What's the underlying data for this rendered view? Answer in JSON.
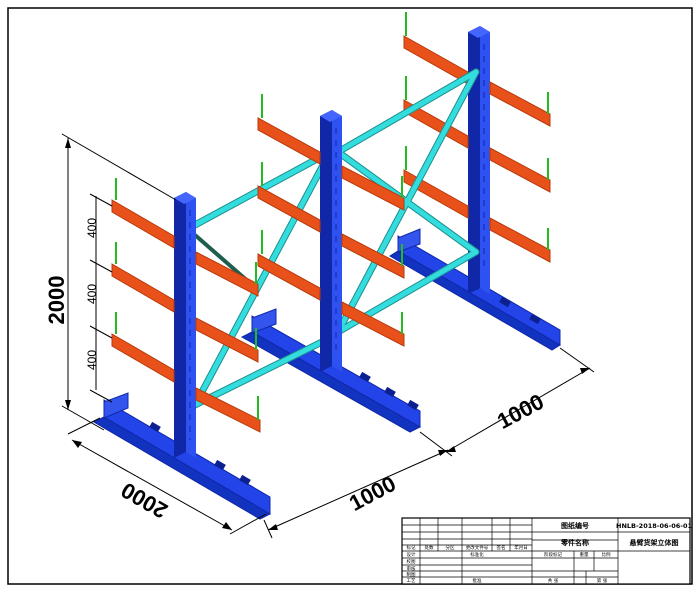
{
  "colors": {
    "upright": "#1f3fe0",
    "upright_dark": "#1027a8",
    "base": "#2244e8",
    "arm": "#e8521a",
    "arm_dark": "#b83a0c",
    "brace": "#33dddd",
    "brace_dark": "#1e5e4e",
    "stopper": "#22bb22",
    "line": "#000000"
  },
  "dimensions": {
    "height": "2000",
    "arm_spacing": [
      "400",
      "400",
      "400"
    ],
    "depth": "2000",
    "bay_front": "1000",
    "bay_back": "1000"
  },
  "title_block": {
    "drawing_no_label": "图纸编号",
    "drawing_no_value": "HNLB-2018-06-06-01",
    "part_name_label": "零件名称",
    "part_name_value": "悬臂货架立体图",
    "row_labels": [
      "设计",
      "校图",
      "审核",
      "制图",
      "工艺"
    ],
    "header_cells": [
      "标记",
      "处数",
      "分区",
      "更改文件号",
      "签名",
      "年月日"
    ],
    "stage_label": "阶段标记",
    "weight_label": "重量",
    "scale_label": "比例",
    "standardize_label": "标准化",
    "approve_label": "批准",
    "sheets_label": "共 张",
    "sheet_label": "第 张"
  }
}
